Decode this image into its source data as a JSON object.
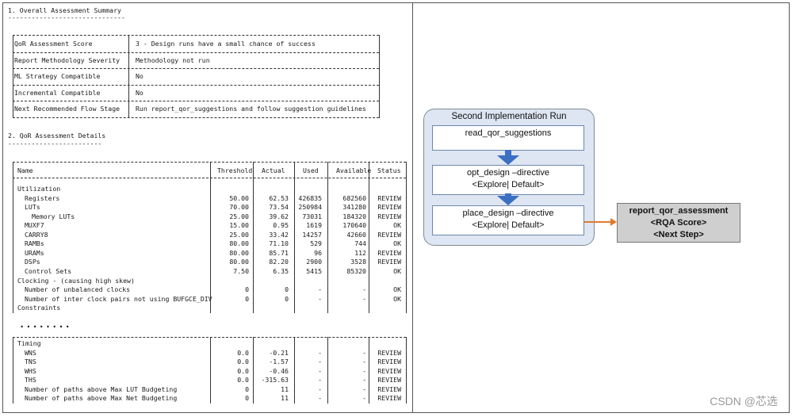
{
  "summary": {
    "section_title": "1. Overall Assessment Summary",
    "underline": "------------------------------",
    "rows": [
      {
        "label": "QoR Assessment Score",
        "value": "3 - Design runs have a small chance of success"
      },
      {
        "label": "Report Methodology Severity",
        "value": "Methodology not run"
      },
      {
        "label": "ML Strategy Compatible",
        "value": "No"
      },
      {
        "label": "Incremental Compatible",
        "value": "No"
      },
      {
        "label": "Next Recommended Flow Stage",
        "value": "Run report_qor_suggestions and follow suggestion guidelines"
      }
    ]
  },
  "details": {
    "section_title": "2. QoR Assessment Details",
    "underline": "------------------------",
    "headers": [
      "Name",
      "Threshold",
      "Actual",
      "Used",
      "Available",
      "Status"
    ],
    "rows": [
      {
        "name": "Utilization",
        "threshold": "",
        "actual": "",
        "used": "",
        "available": "",
        "status": "",
        "indent": 0
      },
      {
        "name": "Registers",
        "threshold": "50.00",
        "actual": "62.53",
        "used": "426835",
        "available": "682560",
        "status": "REVIEW",
        "indent": 1
      },
      {
        "name": "LUTs",
        "threshold": "70.00",
        "actual": "73.54",
        "used": "250984",
        "available": "341280",
        "status": "REVIEW",
        "indent": 1
      },
      {
        "name": "Memory LUTs",
        "threshold": "25.00",
        "actual": "39.62",
        "used": "73031",
        "available": "184320",
        "status": "REVIEW",
        "indent": 2
      },
      {
        "name": "MUXF7",
        "threshold": "15.00",
        "actual": "0.95",
        "used": "1619",
        "available": "170640",
        "status": "OK",
        "indent": 1
      },
      {
        "name": "CARRY8",
        "threshold": "25.00",
        "actual": "33.42",
        "used": "14257",
        "available": "42660",
        "status": "REVIEW",
        "indent": 1
      },
      {
        "name": "RAMBs",
        "threshold": "80.00",
        "actual": "71.10",
        "used": "529",
        "available": "744",
        "status": "OK",
        "indent": 1
      },
      {
        "name": "URAMs",
        "threshold": "80.00",
        "actual": "85.71",
        "used": "96",
        "available": "112",
        "status": "REVIEW",
        "indent": 1
      },
      {
        "name": "DSPs",
        "threshold": "80.00",
        "actual": "82.20",
        "used": "2900",
        "available": "3528",
        "status": "REVIEW",
        "indent": 1
      },
      {
        "name": "Control Sets",
        "threshold": "7.50",
        "actual": "6.35",
        "used": "5415",
        "available": "85320",
        "status": "OK",
        "indent": 1
      },
      {
        "name": "Clocking - (causing high skew)",
        "threshold": "",
        "actual": "",
        "used": "",
        "available": "",
        "status": "",
        "indent": 0
      },
      {
        "name": "Number of unbalanced clocks",
        "threshold": "0",
        "actual": "0",
        "used": "-",
        "available": "-",
        "status": "OK",
        "indent": 1
      },
      {
        "name": "Number of inter clock pairs not using BUFGCE_DIV",
        "threshold": "0",
        "actual": "0",
        "used": "-",
        "available": "-",
        "status": "OK",
        "indent": 1
      },
      {
        "name": "Constraints",
        "threshold": "",
        "actual": "",
        "used": "",
        "available": "",
        "status": "",
        "indent": 0
      }
    ],
    "ellipsis": "........",
    "timing_rows": [
      {
        "name": "Timing",
        "threshold": "",
        "actual": "",
        "used": "",
        "available": "",
        "status": "",
        "indent": 0
      },
      {
        "name": "WNS",
        "threshold": "0.0",
        "actual": "-0.21",
        "used": "-",
        "available": "-",
        "status": "REVIEW",
        "indent": 1
      },
      {
        "name": "TNS",
        "threshold": "0.0",
        "actual": "-1.57",
        "used": "-",
        "available": "-",
        "status": "REVIEW",
        "indent": 1
      },
      {
        "name": "WHS",
        "threshold": "0.0",
        "actual": "-0.46",
        "used": "-",
        "available": "-",
        "status": "REVIEW",
        "indent": 1
      },
      {
        "name": "THS",
        "threshold": "0.0",
        "actual": "-315.63",
        "used": "-",
        "available": "-",
        "status": "REVIEW",
        "indent": 1
      },
      {
        "name": "Number of paths above Max LUT Budgeting",
        "threshold": "0",
        "actual": "11",
        "used": "-",
        "available": "-",
        "status": "REVIEW",
        "indent": 1
      },
      {
        "name": "Number of paths above Max Net Budgeting",
        "threshold": "0",
        "actual": "11",
        "used": "-",
        "available": "-",
        "status": "REVIEW",
        "indent": 1
      }
    ]
  },
  "flow": {
    "title": "Second Implementation Run",
    "step1": "read_qor_suggestions",
    "step2_line1": "opt_design –directive",
    "step2_line2": "<Explore| Default>",
    "step3_line1": "place_design –directive",
    "step3_line2": "<Explore| Default>",
    "output_line1": "report_qor_assessment",
    "output_line2": "<RQA Score>",
    "output_line3": "<Next Step>",
    "arrow_color": "#3b6fc2",
    "output_arrow_color": "#e07b2a"
  },
  "watermark": "CSDN @芯选"
}
